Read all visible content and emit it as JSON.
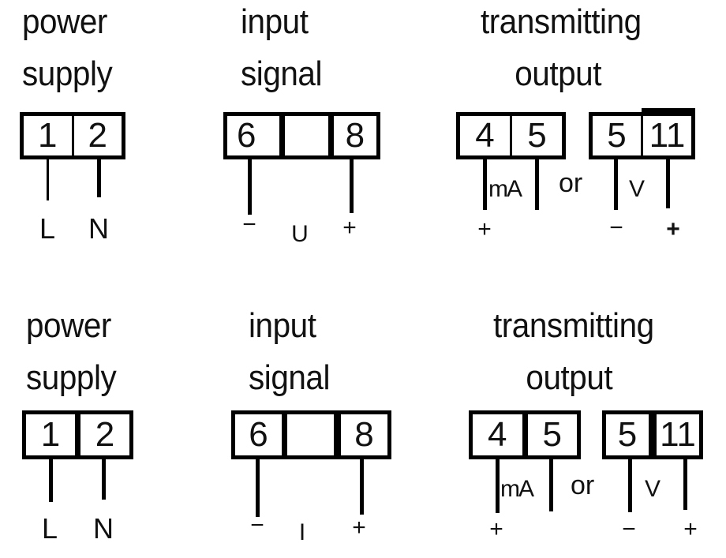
{
  "diagrams": [
    {
      "id": "voltage-input",
      "power_supply": {
        "heading_line1": "power",
        "heading_line2": "supply",
        "terminals": [
          "1",
          "2"
        ],
        "wire_labels": [
          "L",
          "N"
        ]
      },
      "input_signal": {
        "heading_line1": "input",
        "heading_line2": "signal",
        "terminals": [
          "6",
          "",
          "8"
        ],
        "wire_labels": [
          "−",
          "+"
        ],
        "signal_label": "U"
      },
      "transmitting_output": {
        "heading_line1": "transmitting",
        "heading_line2": "output",
        "current_terminals": [
          "4",
          "5"
        ],
        "current_unit": "mA",
        "current_polarity": [
          "+",
          ""
        ],
        "separator": "or",
        "voltage_terminals": [
          "5",
          "11"
        ],
        "voltage_unit": "V",
        "voltage_polarity": [
          "−",
          "+"
        ]
      }
    },
    {
      "id": "current-input",
      "power_supply": {
        "heading_line1": "power",
        "heading_line2": "supply",
        "terminals": [
          "1",
          "2"
        ],
        "wire_labels": [
          "L",
          "N"
        ]
      },
      "input_signal": {
        "heading_line1": "input",
        "heading_line2": "signal",
        "terminals": [
          "6",
          "",
          "8"
        ],
        "wire_labels": [
          "−",
          "+"
        ],
        "signal_label": "I"
      },
      "transmitting_output": {
        "heading_line1": "transmitting",
        "heading_line2": "output",
        "current_terminals": [
          "4",
          "5"
        ],
        "current_unit": "mA",
        "current_polarity": [
          "+",
          ""
        ],
        "separator": "or",
        "voltage_terminals": [
          "5",
          "11"
        ],
        "voltage_unit": "V",
        "voltage_polarity": [
          "−",
          "+"
        ]
      }
    }
  ]
}
